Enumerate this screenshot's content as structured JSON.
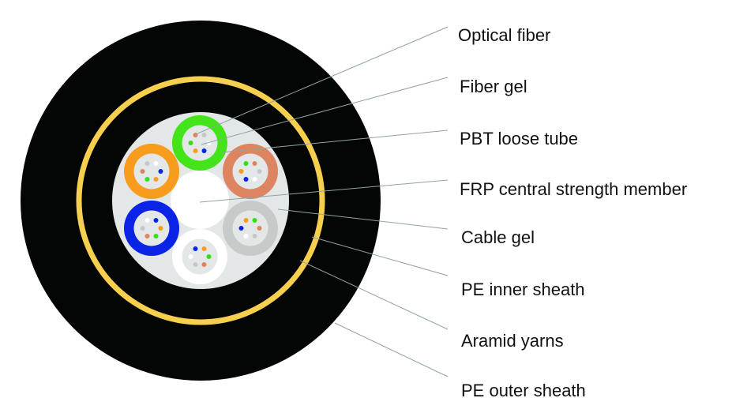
{
  "title": "Optical fiber cable cross-section",
  "colors": {
    "outer_sheath": "#040606",
    "aramid_ring": "#f7cf4f",
    "core_gel": "#e4e7e7",
    "central_member": "#ffffff",
    "leader_line": "#8fa3a3",
    "label_text": "#111111"
  },
  "fiber_colors": {
    "salmon": "#dd8460",
    "gray": "#c4c9c8",
    "green": "#33e012",
    "orange": "#f79c1c",
    "blue": "#0a23e6",
    "white": "#ffffff"
  },
  "tubes": [
    {
      "name": "green-tube",
      "color": "#44e41a",
      "fibers": [
        "salmon",
        "gray",
        "green",
        "white",
        "orange",
        "blue"
      ]
    },
    {
      "name": "orange-tube",
      "color": "#f79c1c",
      "fibers": [
        "gray",
        "white",
        "salmon",
        "blue",
        "green",
        "orange"
      ]
    },
    {
      "name": "salmon-tube",
      "color": "#dd8460",
      "fibers": [
        "green",
        "salmon",
        "orange",
        "gray",
        "blue",
        "white"
      ]
    },
    {
      "name": "blue-tube",
      "color": "#0a23e6",
      "fibers": [
        "white",
        "blue",
        "gray",
        "orange",
        "salmon",
        "green"
      ]
    },
    {
      "name": "gray-tube",
      "color": "#c6cbca",
      "fibers": [
        "orange",
        "green",
        "blue",
        "salmon",
        "white",
        "gray"
      ]
    },
    {
      "name": "white-tube",
      "color": "#ffffff",
      "fibers": [
        "blue",
        "orange",
        "white",
        "green",
        "gray",
        "salmon"
      ]
    }
  ],
  "labels": [
    {
      "id": "optical-fiber",
      "text": "Optical fiber"
    },
    {
      "id": "fiber-gel",
      "text": "Fiber gel"
    },
    {
      "id": "pbt-loose-tube",
      "text": "PBT loose tube"
    },
    {
      "id": "frp-central-strength-member",
      "text": "FRP central strength member"
    },
    {
      "id": "cable-gel",
      "text": "Cable gel"
    },
    {
      "id": "pe-inner-sheath",
      "text": "PE inner sheath"
    },
    {
      "id": "aramid-yarns",
      "text": "Aramid yarns"
    },
    {
      "id": "pe-outer-sheath",
      "text": "PE outer sheath"
    }
  ]
}
